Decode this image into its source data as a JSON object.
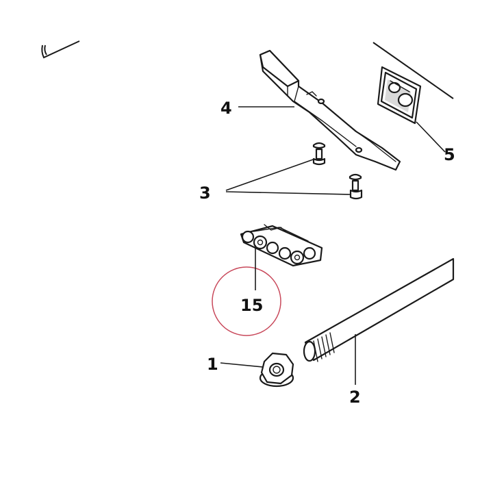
{
  "colors": {
    "line": "#1a1a1a",
    "highlight_circle": "#c8485a",
    "background": "#ffffff"
  },
  "callouts": {
    "part_1": "1",
    "part_2": "2",
    "part_3": "3",
    "part_4": "4",
    "part_5": "5",
    "part_15": "15"
  }
}
